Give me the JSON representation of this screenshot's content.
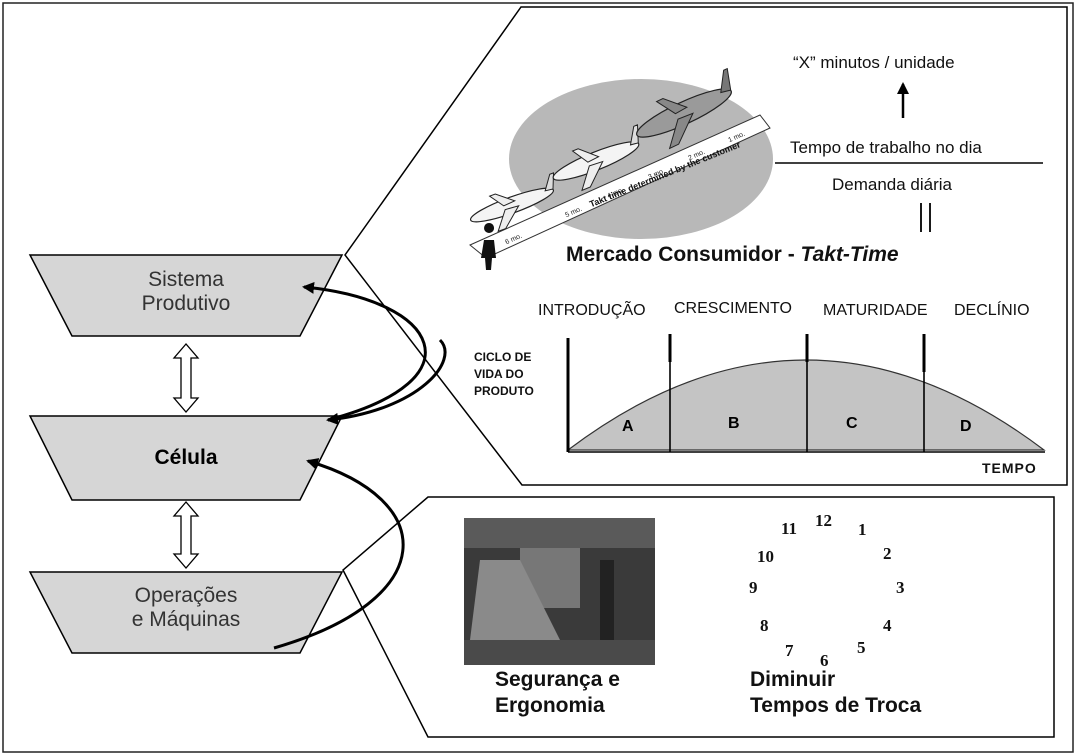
{
  "hierarchy": {
    "level1": [
      "Sistema",
      "Produtivo"
    ],
    "level2": "Célula",
    "level3": [
      "Operações",
      "e Máquinas"
    ]
  },
  "takt": {
    "result": "“X” minutos / unidade",
    "numerator": "Tempo de trabalho no dia",
    "denominator": "Demanda diária",
    "title_prefix": "Mercado Consumidor",
    "title_dash": " - ",
    "title_italic": "Takt-Time",
    "photo_caption": "Takt time determined by the customer",
    "photo_marks": [
      "6 mo.",
      "5 mo.",
      "4 mo.",
      "3 mo.",
      "2 mo.",
      "1 mo."
    ]
  },
  "lifecycle": {
    "phases": [
      "INTRODUÇÃO",
      "CRESCIMENTO",
      "MATURIDADE",
      "DECLÍNIO"
    ],
    "ylabel": [
      "CICLO DE",
      "VIDA DO",
      "PRODUTO"
    ],
    "xlabel": "TEMPO",
    "segments": [
      "A",
      "B",
      "C",
      "D"
    ]
  },
  "bottom": {
    "left_caption": [
      "Segurança e",
      "Ergonomia"
    ],
    "right_caption": [
      "Diminuir",
      "Tempos de Troca"
    ],
    "clock_numbers": [
      "12",
      "1",
      "2",
      "3",
      "4",
      "5",
      "6",
      "7",
      "8",
      "9",
      "10",
      "11"
    ]
  },
  "colors": {
    "trapezoid_fill": "#d6d6d6",
    "curve_fill": "#c4c4c4",
    "ellipse_fill": "#b8b8b8"
  }
}
